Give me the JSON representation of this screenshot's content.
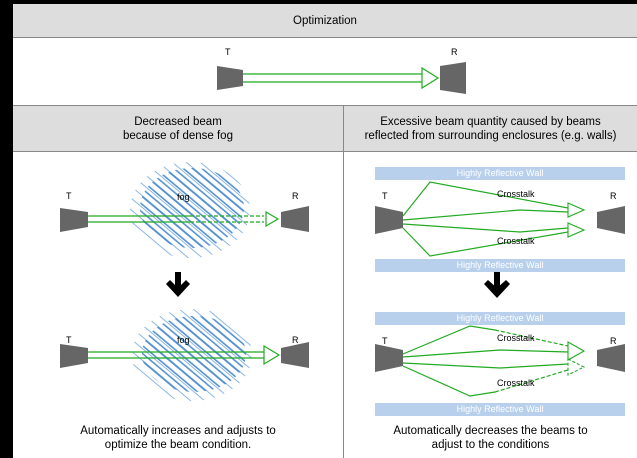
{
  "top": {
    "title": "Optimization",
    "t_label": "T",
    "r_label": "R"
  },
  "left": {
    "header_line1": "Decreased beam",
    "header_line2": "because of dense fog",
    "t_label": "T",
    "r_label": "R",
    "fog_label_before": "fog",
    "fog_label_after": "fog",
    "t_label_after": "T",
    "r_label_after": "R",
    "caption_line1": "Automatically increases and adjusts to",
    "caption_line2": "optimize the beam condition."
  },
  "right": {
    "header_line1": "Excessive beam quantity caused by beams",
    "header_line2": "reflected from surrounding enclosures (e.g. walls)",
    "wall_label_1": "Highly Reflective Wall",
    "wall_label_2": "Highly Reflective Wall",
    "wall_label_3": "Highly Reflective Wall",
    "wall_label_4": "Highly Reflective Wall",
    "crosstalk_1": "Crosstalk",
    "crosstalk_2": "Crosstalk",
    "crosstalk_3": "Crosstalk",
    "crosstalk_4": "Crosstalk",
    "t_label": "T",
    "r_label": "R",
    "t_label_after": "T",
    "r_label_after": "R",
    "caption_line1": "Automatically decreases the beams to",
    "caption_line2": "adjust to the conditions"
  },
  "colors": {
    "beam": "#22aa22",
    "fog": "#3a7fc8",
    "wall": "#b8d0ec",
    "device": "#666666",
    "header": "#dddddd"
  }
}
